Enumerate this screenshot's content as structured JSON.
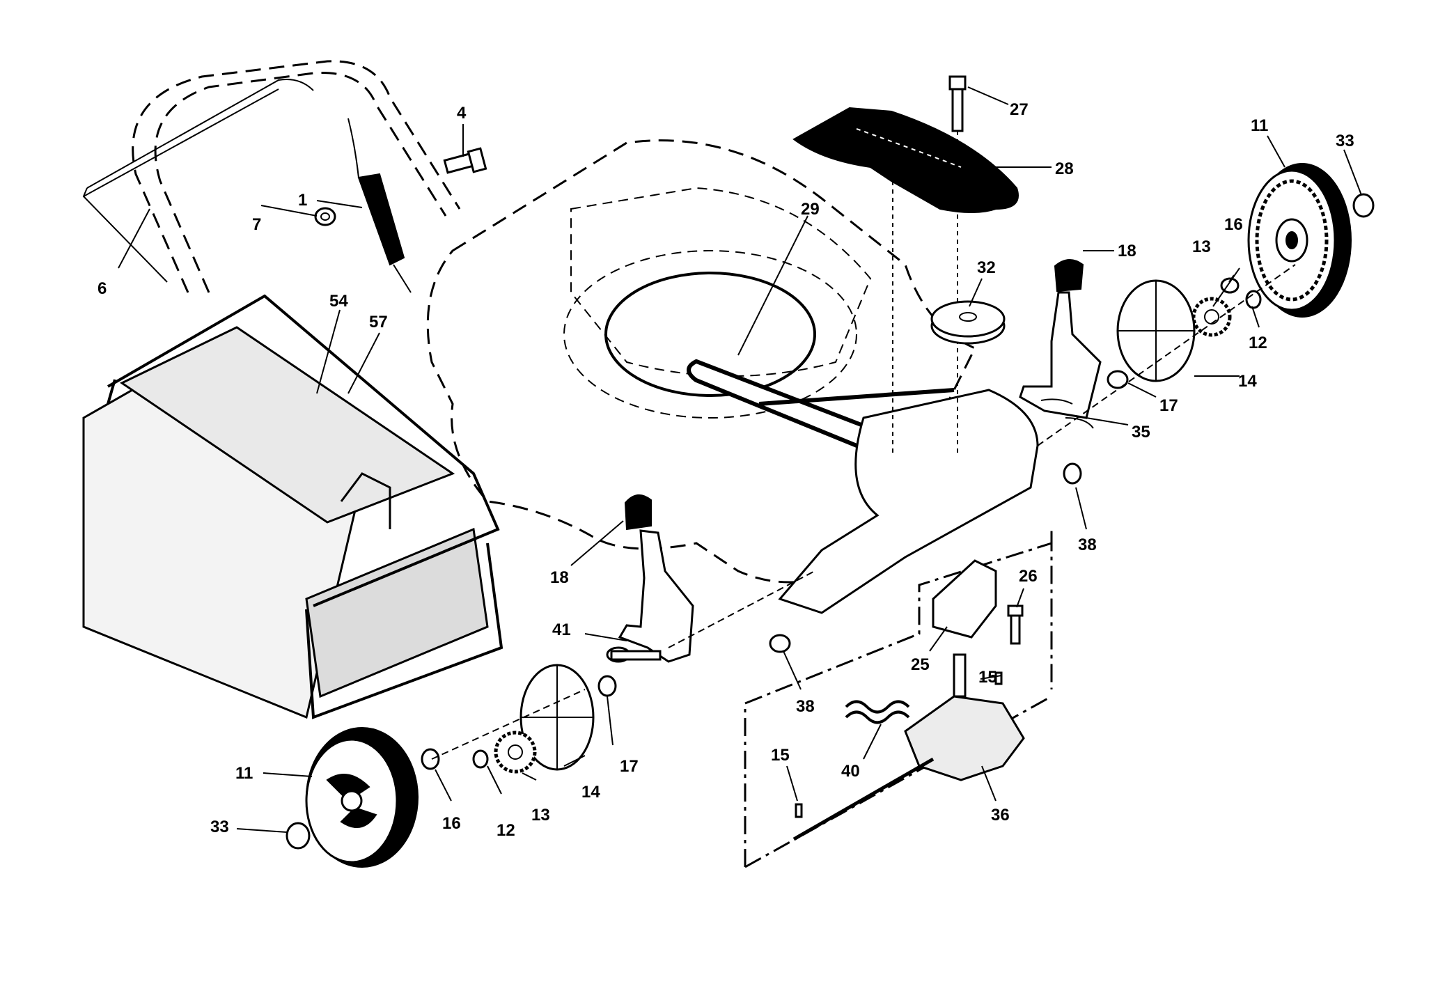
{
  "labels": {
    "l1": "1",
    "l4": "4",
    "l6": "6",
    "l7": "7",
    "l11a": "11",
    "l11b": "11",
    "l12a": "12",
    "l12b": "12",
    "l13a": "13",
    "l13b": "13",
    "l14a": "14",
    "l14b": "14",
    "l15a": "15",
    "l15b": "15",
    "l16a": "16",
    "l16b": "16",
    "l17a": "17",
    "l17b": "17",
    "l18a": "18",
    "l18b": "18",
    "l25": "25",
    "l26": "26",
    "l27": "27",
    "l28": "28",
    "l29": "29",
    "l32": "32",
    "l33a": "33",
    "l33b": "33",
    "l35": "35",
    "l36": "36",
    "l38a": "38",
    "l38b": "38",
    "l40": "40",
    "l41": "41",
    "l54": "54",
    "l57": "57"
  },
  "colors": {
    "ink": "#000000",
    "paper": "#ffffff"
  }
}
